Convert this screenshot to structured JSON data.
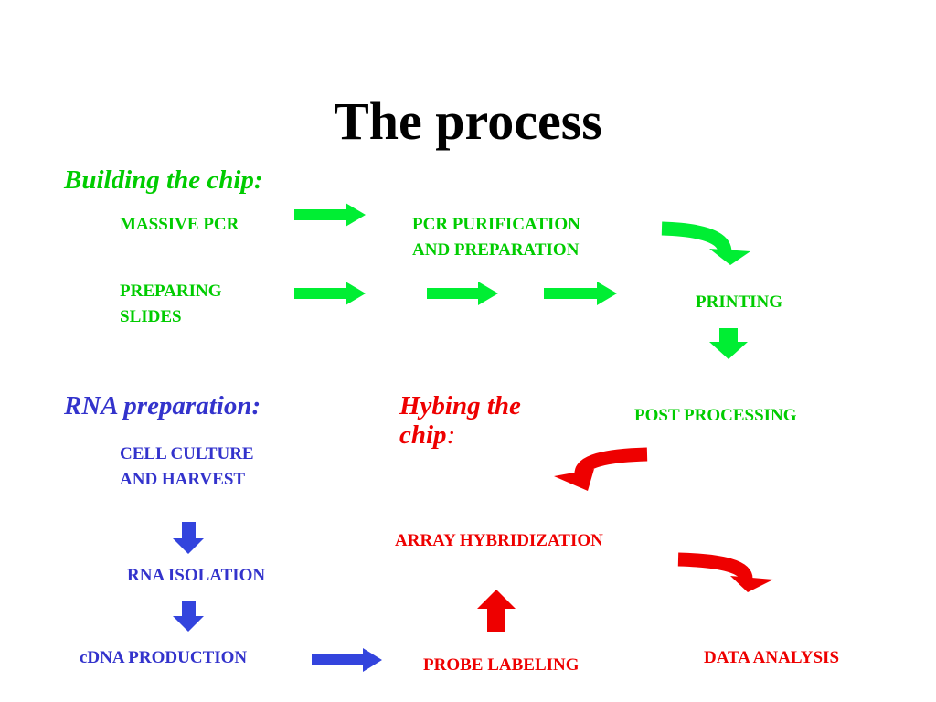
{
  "title": "The process",
  "colors": {
    "building": "#00cc00",
    "rna": "#3333cc",
    "hybing": "#ee0000",
    "arrow_green": "#00ee33",
    "arrow_blue": "#3344dd",
    "arrow_red": "#ee0000"
  },
  "sections": {
    "building": {
      "heading": "Building the chip:",
      "steps": {
        "massive_pcr": "MASSIVE  PCR",
        "pcr_purification": "PCR PURIFICATION\nAND PREPARATION",
        "preparing_slides": "PREPARING\nSLIDES",
        "printing": "PRINTING",
        "post_processing": "POST PROCESSING"
      }
    },
    "rna": {
      "heading": "RNA preparation:",
      "steps": {
        "cell_culture": "CELL CULTURE\nAND HARVEST",
        "rna_isolation": "RNA ISOLATION",
        "cdna_production": "cDNA PRODUCTION"
      }
    },
    "hybing": {
      "heading_main": "Hybing the\nchip",
      "heading_suffix": ":",
      "steps": {
        "array_hybridization": "ARRAY HYBRIDIZATION",
        "probe_labeling": "PROBE LABELING",
        "data_analysis": "DATA ANALYSIS"
      }
    }
  },
  "arrows": [
    {
      "id": "arrow-pcr-to-purification",
      "shape": "right",
      "color": "green"
    },
    {
      "id": "arrow-slides-1",
      "shape": "right",
      "color": "green"
    },
    {
      "id": "arrow-slides-2",
      "shape": "right",
      "color": "green"
    },
    {
      "id": "arrow-slides-3",
      "shape": "right",
      "color": "green"
    },
    {
      "id": "arrow-purification-to-printing",
      "shape": "curved-right-down",
      "color": "green"
    },
    {
      "id": "arrow-printing-to-post",
      "shape": "down",
      "color": "green"
    },
    {
      "id": "arrow-post-to-hybridization",
      "shape": "curved-left-down",
      "color": "red"
    },
    {
      "id": "arrow-culture-to-isolation",
      "shape": "down",
      "color": "blue"
    },
    {
      "id": "arrow-isolation-to-cdna",
      "shape": "down",
      "color": "blue"
    },
    {
      "id": "arrow-cdna-to-probe",
      "shape": "right",
      "color": "blue"
    },
    {
      "id": "arrow-probe-to-hybridization",
      "shape": "up",
      "color": "red"
    },
    {
      "id": "arrow-hybridization-to-analysis",
      "shape": "curved-right-down",
      "color": "red"
    }
  ]
}
